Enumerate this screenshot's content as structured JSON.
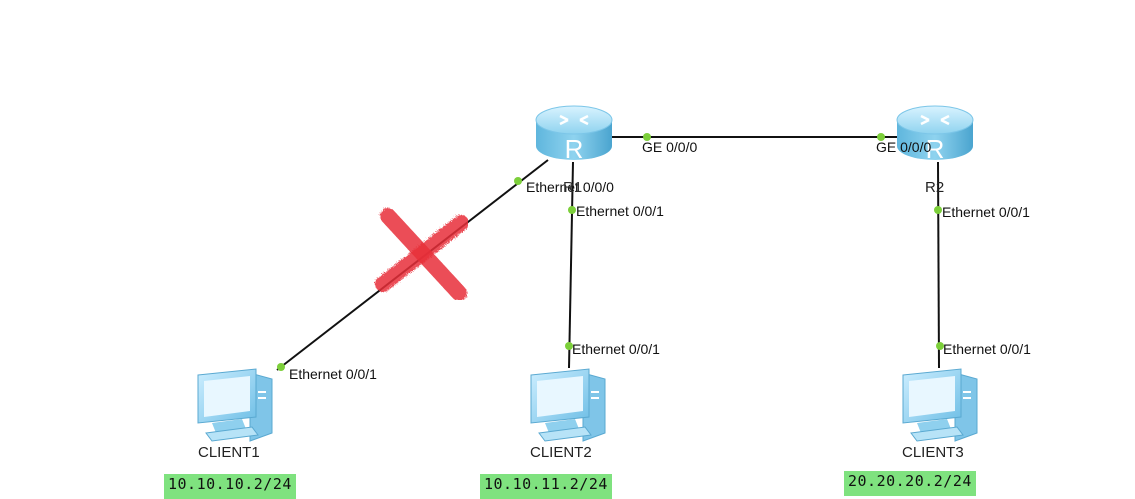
{
  "routers": [
    {
      "id": "r1",
      "glyph": "R",
      "name": "R1"
    },
    {
      "id": "r2",
      "glyph": "R",
      "name": "R2"
    }
  ],
  "clients": [
    {
      "id": "c1",
      "name": "CLIENT1",
      "ip": "10.10.10.2/24"
    },
    {
      "id": "c2",
      "name": "CLIENT2",
      "ip": "10.10.11.2/24"
    },
    {
      "id": "c3",
      "name": "CLIENT3",
      "ip": "20.20.20.2/24"
    }
  ],
  "links": [
    {
      "id": "l-r1-r2",
      "a_port": "GE 0/0/0",
      "b_port": "GE 0/0/0",
      "failed": false
    },
    {
      "id": "l-r1-c1",
      "a_port": "Ethernet 0/0/0",
      "b_port": "Ethernet 0/0/1",
      "failed": true
    },
    {
      "id": "l-r1-c2",
      "a_port": "Ethernet 0/0/1",
      "b_port": "Ethernet 0/0/1",
      "failed": false
    },
    {
      "id": "l-r2-c3",
      "a_port": "Ethernet 0/0/1",
      "b_port": "Ethernet 0/0/1",
      "failed": false
    }
  ],
  "colors": {
    "link": "#111111",
    "port_dot": "#7ccf3a",
    "fail_mark": "#e8303a",
    "ip_bg": "#7fe27f",
    "router_body": "#8fd3ef"
  }
}
